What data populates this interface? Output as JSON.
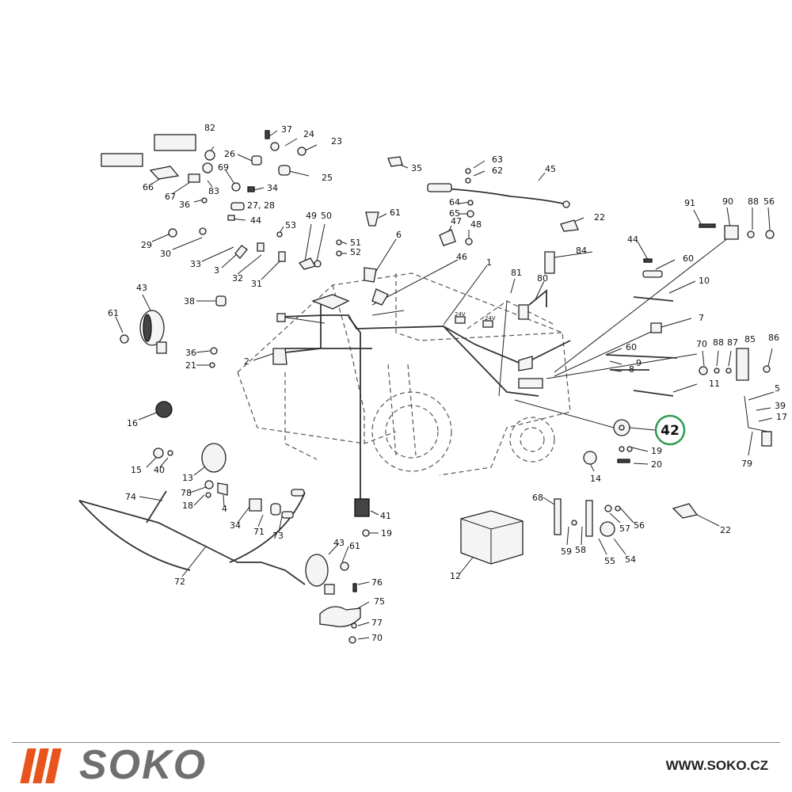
{
  "diagram": {
    "callouts": [
      {
        "id": "c82",
        "text": "82"
      },
      {
        "id": "c37",
        "text": "37"
      },
      {
        "id": "c24",
        "text": "24"
      },
      {
        "id": "c23",
        "text": "23"
      },
      {
        "id": "c26",
        "text": "26"
      },
      {
        "id": "c69",
        "text": "69"
      },
      {
        "id": "c34a",
        "text": "34"
      },
      {
        "id": "c25",
        "text": "25"
      },
      {
        "id": "c66",
        "text": "66"
      },
      {
        "id": "c67",
        "text": "67"
      },
      {
        "id": "c83",
        "text": "83"
      },
      {
        "id": "c36a",
        "text": "36"
      },
      {
        "id": "c2728",
        "text": "27, 28"
      },
      {
        "id": "c44a",
        "text": "44"
      },
      {
        "id": "c29",
        "text": "29"
      },
      {
        "id": "c30",
        "text": "30"
      },
      {
        "id": "c33",
        "text": "33"
      },
      {
        "id": "c3",
        "text": "3"
      },
      {
        "id": "c32",
        "text": "32"
      },
      {
        "id": "c31",
        "text": "31"
      },
      {
        "id": "c53",
        "text": "53"
      },
      {
        "id": "c49",
        "text": "49"
      },
      {
        "id": "c50",
        "text": "50"
      },
      {
        "id": "c51",
        "text": "51"
      },
      {
        "id": "c52",
        "text": "52"
      },
      {
        "id": "c35",
        "text": "35"
      },
      {
        "id": "c63",
        "text": "63"
      },
      {
        "id": "c62",
        "text": "62"
      },
      {
        "id": "c45",
        "text": "45"
      },
      {
        "id": "c64",
        "text": "64"
      },
      {
        "id": "c65",
        "text": "65"
      },
      {
        "id": "c61a",
        "text": "61"
      },
      {
        "id": "c47",
        "text": "47"
      },
      {
        "id": "c48",
        "text": "48"
      },
      {
        "id": "c6",
        "text": "6"
      },
      {
        "id": "c46",
        "text": "46"
      },
      {
        "id": "c1",
        "text": "1"
      },
      {
        "id": "c22a",
        "text": "22"
      },
      {
        "id": "c84",
        "text": "84"
      },
      {
        "id": "c81",
        "text": "81"
      },
      {
        "id": "c80",
        "text": "80"
      },
      {
        "id": "c91",
        "text": "91"
      },
      {
        "id": "c90",
        "text": "90"
      },
      {
        "id": "c88a",
        "text": "88"
      },
      {
        "id": "c56a",
        "text": "56"
      },
      {
        "id": "c44b",
        "text": "44"
      },
      {
        "id": "c60a",
        "text": "60"
      },
      {
        "id": "c10",
        "text": "10"
      },
      {
        "id": "c43a",
        "text": "43"
      },
      {
        "id": "c61b",
        "text": "61"
      },
      {
        "id": "c38",
        "text": "38"
      },
      {
        "id": "c36b",
        "text": "36"
      },
      {
        "id": "c21",
        "text": "21"
      },
      {
        "id": "c2",
        "text": "2"
      },
      {
        "id": "c16",
        "text": "16"
      },
      {
        "id": "c7",
        "text": "7"
      },
      {
        "id": "c60b",
        "text": "60"
      },
      {
        "id": "c9",
        "text": "9"
      },
      {
        "id": "c8",
        "text": "8"
      },
      {
        "id": "c11",
        "text": "11"
      },
      {
        "id": "c70a",
        "text": "70"
      },
      {
        "id": "c88b",
        "text": "88"
      },
      {
        "id": "c87",
        "text": "87"
      },
      {
        "id": "c85",
        "text": "85"
      },
      {
        "id": "c86",
        "text": "86"
      },
      {
        "id": "c5",
        "text": "5"
      },
      {
        "id": "c39",
        "text": "39"
      },
      {
        "id": "c17",
        "text": "17"
      },
      {
        "id": "c79",
        "text": "79"
      },
      {
        "id": "c19a",
        "text": "19"
      },
      {
        "id": "c20",
        "text": "20"
      },
      {
        "id": "c14",
        "text": "14"
      },
      {
        "id": "c15",
        "text": "15"
      },
      {
        "id": "c40",
        "text": "40"
      },
      {
        "id": "c13",
        "text": "13"
      },
      {
        "id": "c78",
        "text": "78"
      },
      {
        "id": "c18",
        "text": "18"
      },
      {
        "id": "c4",
        "text": "4"
      },
      {
        "id": "c74",
        "text": "74"
      },
      {
        "id": "c34b",
        "text": "34"
      },
      {
        "id": "c71",
        "text": "71"
      },
      {
        "id": "c73",
        "text": "73"
      },
      {
        "id": "c41",
        "text": "41"
      },
      {
        "id": "c19b",
        "text": "19"
      },
      {
        "id": "c68",
        "text": "68"
      },
      {
        "id": "c57",
        "text": "57"
      },
      {
        "id": "c56b",
        "text": "56"
      },
      {
        "id": "c59",
        "text": "59"
      },
      {
        "id": "c58",
        "text": "58"
      },
      {
        "id": "c55",
        "text": "55"
      },
      {
        "id": "c54",
        "text": "54"
      },
      {
        "id": "c22b",
        "text": "22"
      },
      {
        "id": "c12",
        "text": "12"
      },
      {
        "id": "c72",
        "text": "72"
      },
      {
        "id": "c43b",
        "text": "43"
      },
      {
        "id": "c61c",
        "text": "61"
      },
      {
        "id": "c76",
        "text": "76"
      },
      {
        "id": "c75",
        "text": "75"
      },
      {
        "id": "c77",
        "text": "77"
      },
      {
        "id": "c70b",
        "text": "70"
      }
    ],
    "highlighted": {
      "text": "42",
      "ring_color": "#2e9a4e"
    },
    "battery_labels": [
      "24V",
      "24V"
    ]
  },
  "footer": {
    "brand": "SOKO",
    "url": "WWW.SOKO.CZ",
    "logo_color": "#e8541c",
    "brand_color": "#6f6f6f"
  }
}
